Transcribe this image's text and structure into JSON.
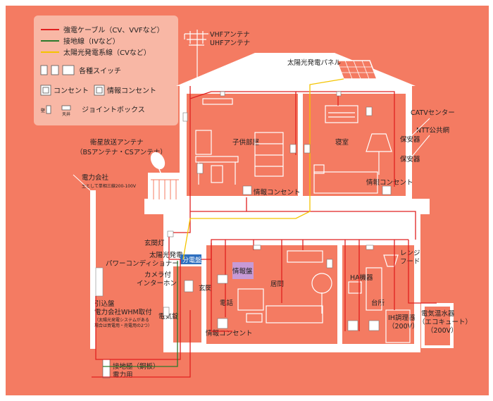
{
  "legend": {
    "items": [
      {
        "text": "強電ケーブル（CV、VVFなど）",
        "color": "#e02020"
      },
      {
        "text": "接地線（IVなど）",
        "color": "#2b7a2b"
      },
      {
        "text": "太陽光発電系線（CVなど）",
        "color": "#f4c400"
      }
    ],
    "switch_label": "各種スイッチ",
    "outlet_label": "コンセント",
    "info_outlet_label": "情報コンセント",
    "jbox_label": "ジョイントボックス",
    "jbox_wall": "壁",
    "jbox_ceiling": "天井"
  },
  "labels": {
    "antenna_vhf": "VHFアンテナ",
    "antenna_uhf": "UHFアンテナ",
    "solar_panel": "太陽光発電パネル",
    "catv": "CATVセンター",
    "ntt": "NTT公共網",
    "security1": "保安器",
    "security2": "保安器",
    "satellite1": "衛星放送アンテナ",
    "satellite2": "（BSアンテナ・CSアンテナ）",
    "power_company": "電力会社",
    "power_sub": "主として単相三線200-100V",
    "kids_room": "子供部屋",
    "bedroom": "寝室",
    "info_outlet_2f_left": "情報コンセント",
    "info_outlet_2f_right": "情報コンセント",
    "entrance_light": "玄関灯",
    "pv1": "太陽光発電",
    "pv2": "パワーコンディショナー",
    "panel_board": "分電盤",
    "camera1": "カメラ付",
    "camera2": "インターホン",
    "entrance": "玄関",
    "info_panel": "情報盤",
    "living": "居間",
    "phone": "電話",
    "info_outlet_1f": "情報コンセント",
    "ha": "HA機器",
    "range1": "レンジ",
    "range2": "フード",
    "kitchen": "台所",
    "ih1": "IH調理器",
    "ih2": "（200V）",
    "water1": "電気温水器",
    "water2": "（エコキュート）",
    "water3": "（200V）",
    "meter1": "引込盤",
    "meter2": "電力会社WHM取付",
    "meter3": "（太陽光発電システムがある",
    "meter4": "場合は買電用・売電用の2つ）",
    "electric_lock": "電気錠",
    "ground1": "接地極（銅板）",
    "ground2": "電力用"
  },
  "colors": {
    "background": "#f47b62",
    "house": "#ffffff",
    "power": "#e02020",
    "ground": "#2b7a2b",
    "solar": "#f4c400",
    "panel_board": "#2e6fbf",
    "info_panel": "#c79ad6",
    "legend_bg": "#f8b7a5"
  }
}
